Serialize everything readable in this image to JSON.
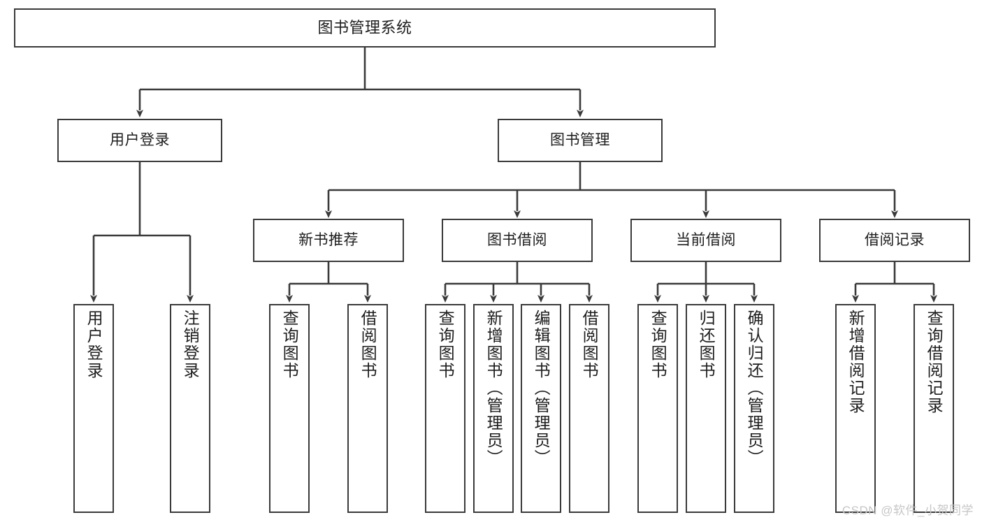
{
  "diagram": {
    "title": "图书管理系统",
    "type": "tree-hierarchy",
    "levels": 4,
    "line_color": "#3a3a3a",
    "box_fill": "#ffffff",
    "text_color": "#1d1d1d",
    "nodes": {
      "root": {
        "label": "图书管理系统"
      },
      "level2": [
        {
          "label": "用户登录"
        },
        {
          "label": "图书管理"
        }
      ],
      "level3": [
        {
          "label": "新书推荐"
        },
        {
          "label": "图书借阅"
        },
        {
          "label": "当前借阅"
        },
        {
          "label": "借阅记录"
        }
      ],
      "leaves": {
        "user_login": [
          {
            "label": "用户登录"
          },
          {
            "label": "注销登录"
          }
        ],
        "new_book": [
          {
            "label": "查询图书"
          },
          {
            "label": "借阅图书"
          }
        ],
        "book_borrow": [
          {
            "label": "查询图书"
          },
          {
            "label": "新增图书（管理员）"
          },
          {
            "label": "编辑图书（管理员）"
          },
          {
            "label": "借阅图书"
          }
        ],
        "current_borrow": [
          {
            "label": "查询图书"
          },
          {
            "label": "归还图书"
          },
          {
            "label": "确认归还（管理员）"
          }
        ],
        "borrow_record": [
          {
            "label": "新增借阅记录"
          },
          {
            "label": "查询借阅记录"
          }
        ]
      }
    }
  },
  "watermark": {
    "text": "CSDN @软件_小贺同学",
    "color": "#c6c6c6"
  }
}
